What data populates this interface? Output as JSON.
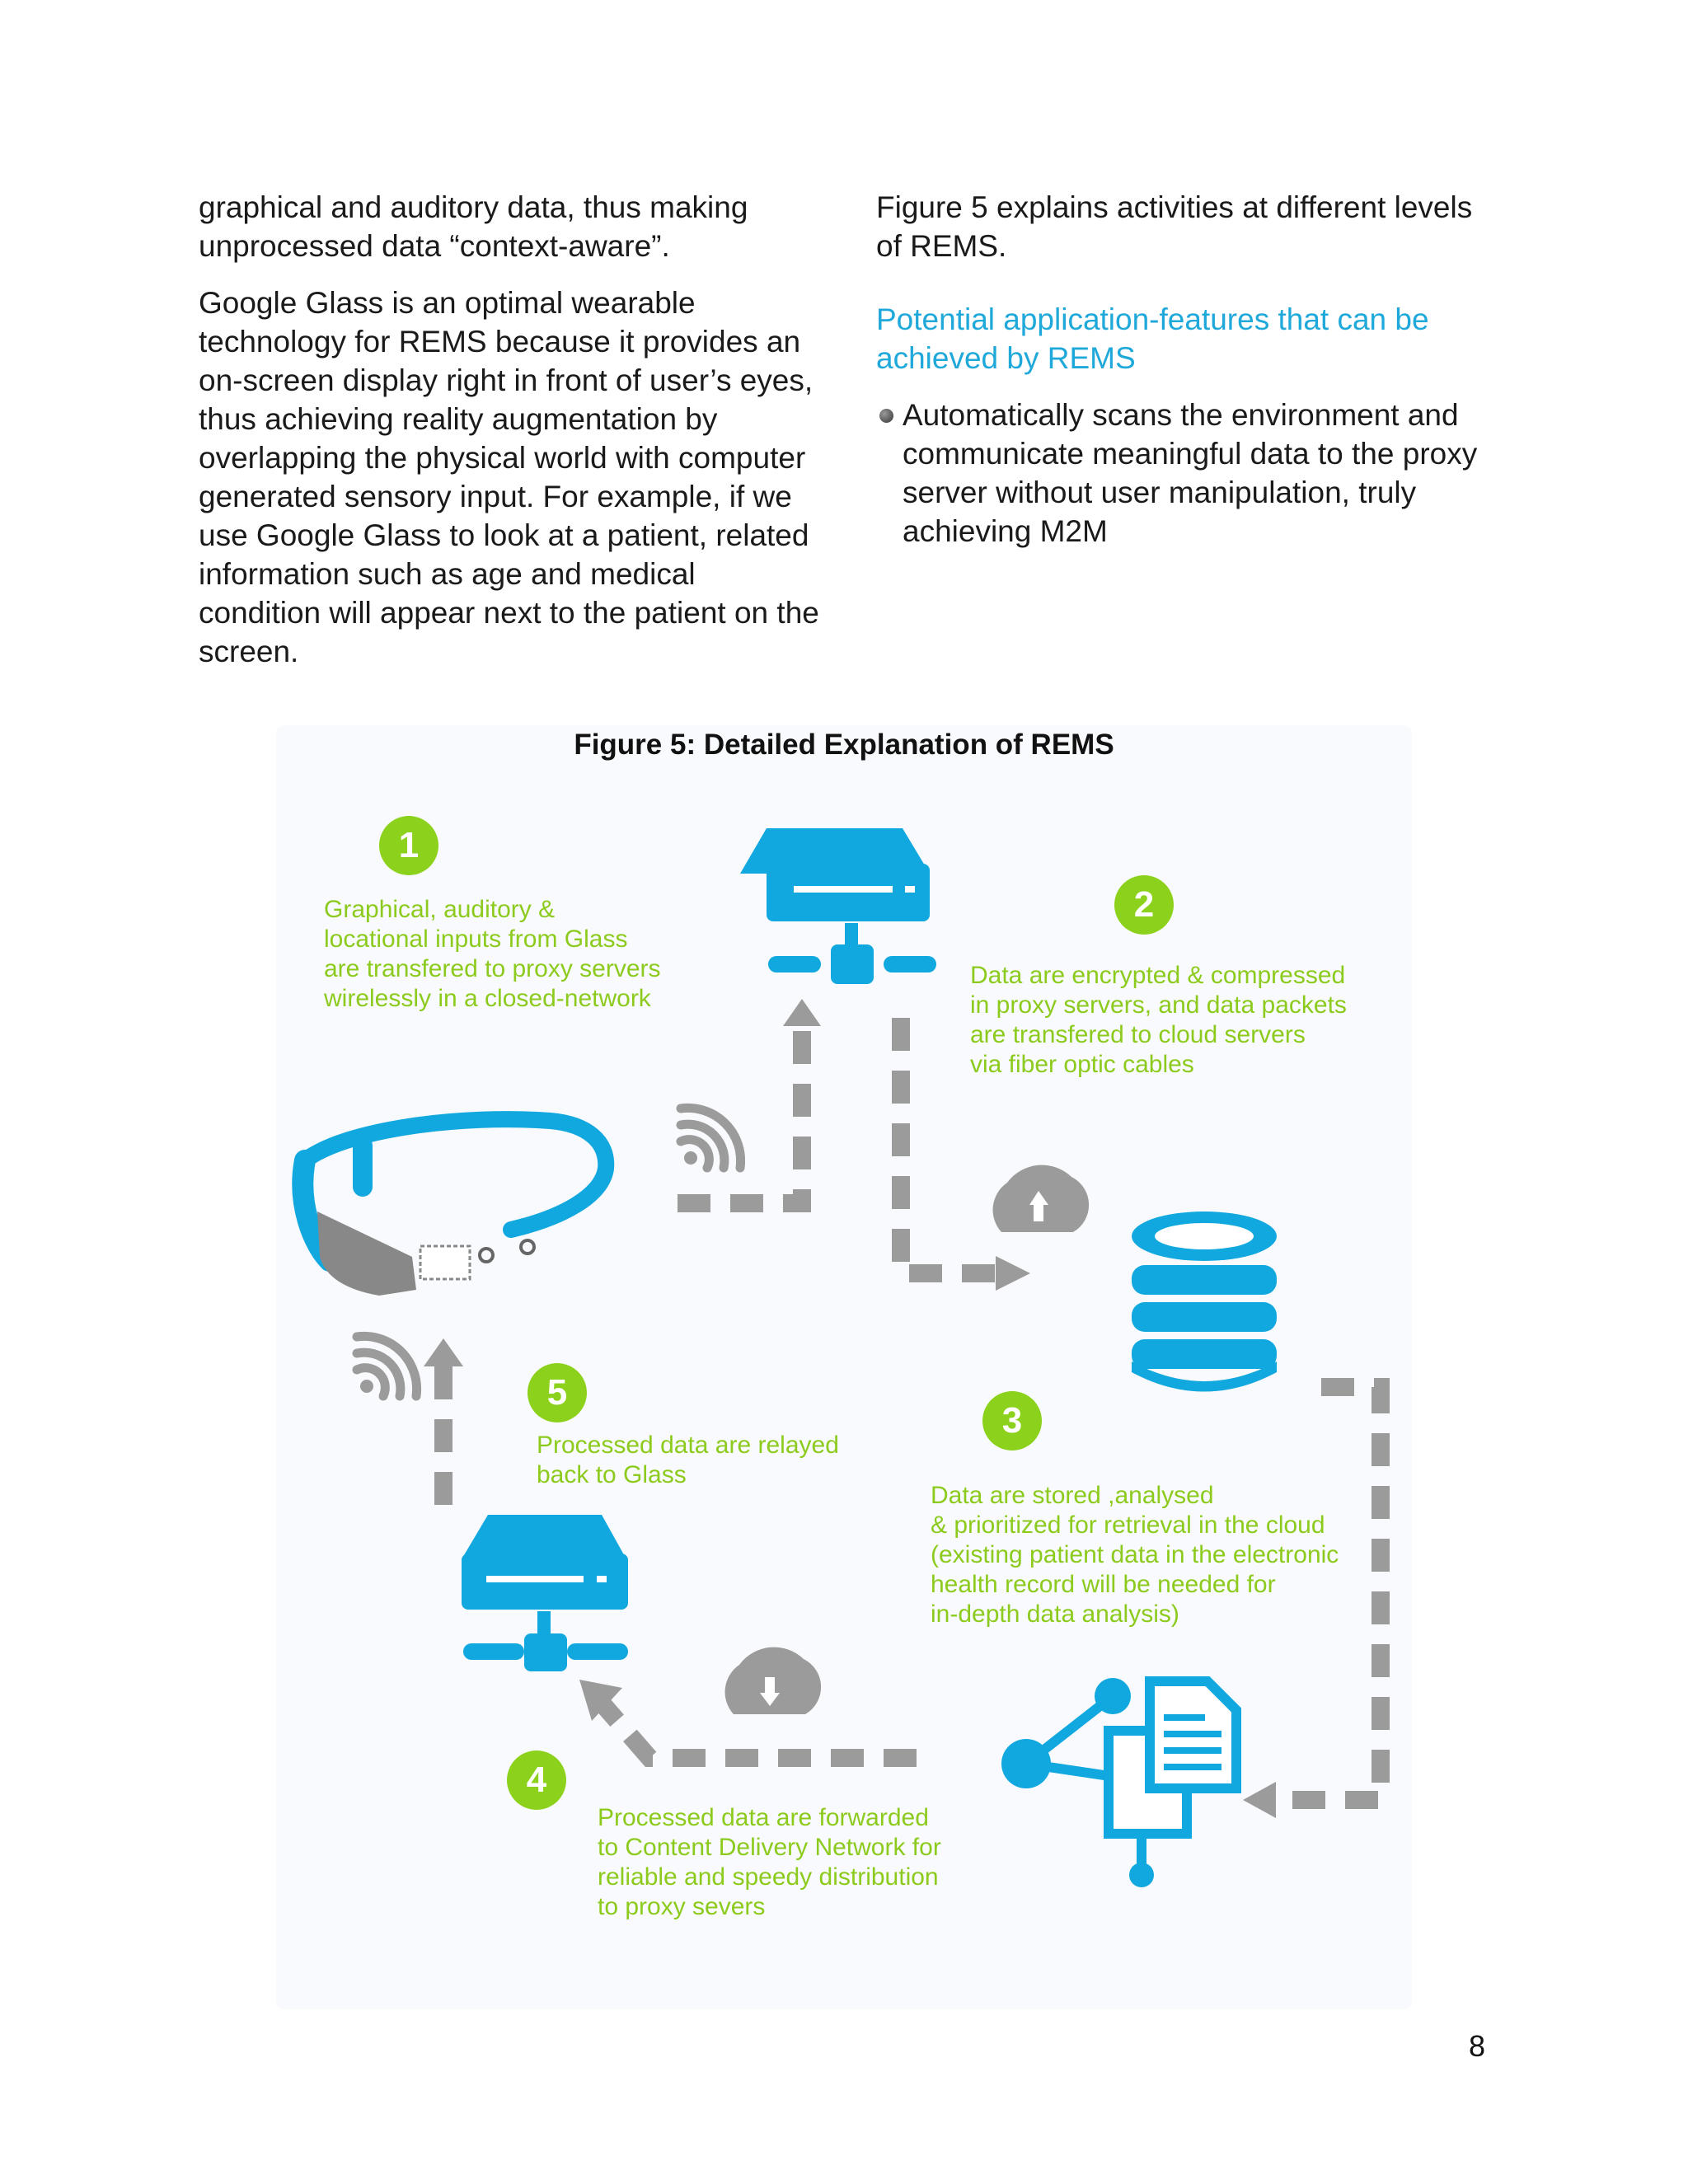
{
  "left_column": {
    "para1": "graphical and auditory data, thus making unprocessed data “context-aware”.",
    "para2": "Google Glass is an optimal wearable technology for REMS because it provides an on-screen display right in front of user’s eyes, thus achieving reality augmentation by overlapping the physical world with computer generated sensory input. For example, if we use Google Glass to look at a patient, related information such as age and medical condition will appear next to the patient on the screen."
  },
  "right_column": {
    "para1": "Figure 5 explains activities at different levels of REMS.",
    "heading": "Potential application-features that can be achieved by REMS",
    "bullets": [
      "Automatically scans the environment and communicate meaningful data to the proxy server without user manipulation, truly achieving M2M"
    ]
  },
  "figure": {
    "title": "Figure 5: Detailed Explanation of REMS",
    "colors": {
      "blue": "#11a8df",
      "green": "#8cd11c",
      "gray": "#9b9b9b"
    },
    "steps": [
      {
        "num": "1",
        "text": "Graphical, auditory &\nlocational inputs from Glass\nare transfered to proxy servers\nwirelessly in a closed-network"
      },
      {
        "num": "2",
        "text": "Data are encrypted & compressed\nin proxy servers, and data packets\nare transfered to cloud servers\nvia fiber optic cables"
      },
      {
        "num": "3",
        "text": "Data are stored ,analysed\n& prioritized for retrieval in the cloud\n(existing patient data in the electronic\nhealth record will be needed for\nin-depth data analysis)"
      },
      {
        "num": "4",
        "text": "Processed data are forwarded\nto Content Delivery Network for\nreliable and speedy distribution\nto proxy severs"
      },
      {
        "num": "5",
        "text": "Processed data are relayed\nback to Glass"
      }
    ],
    "icons": [
      "google-glass-icon",
      "proxy-server-icon",
      "cloud-upload-icon",
      "database-icon",
      "share-documents-icon",
      "cloud-download-icon",
      "wifi-icon"
    ]
  },
  "page_number": "8"
}
